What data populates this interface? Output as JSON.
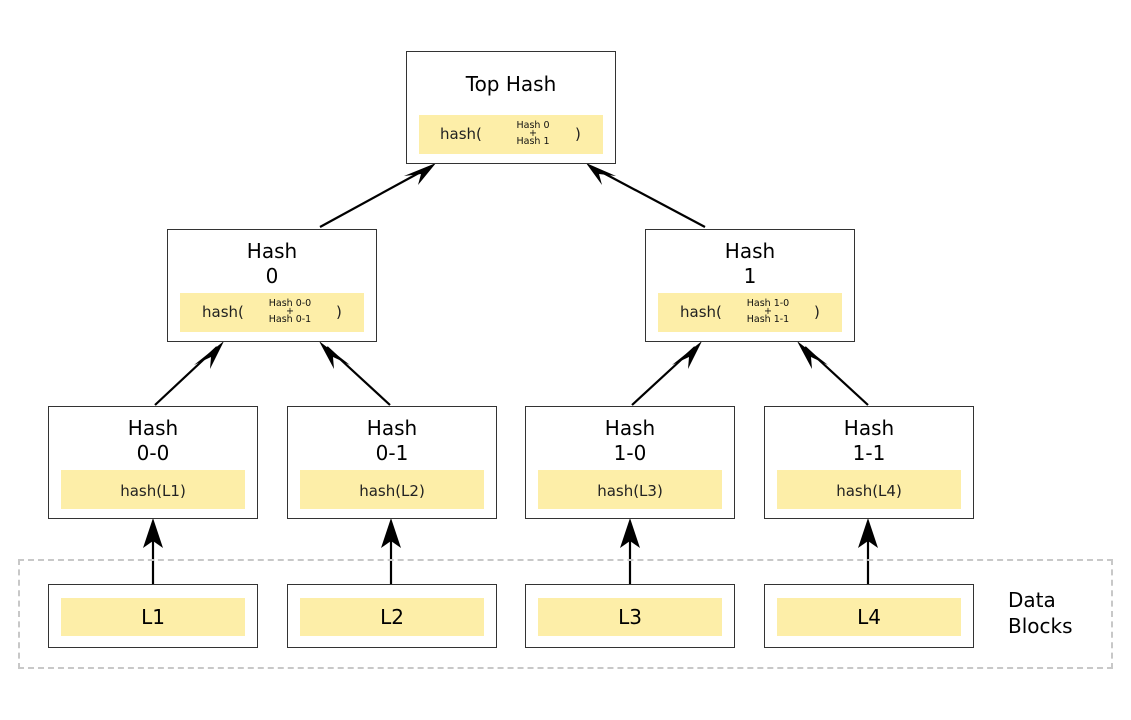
{
  "top": {
    "title": "Top Hash",
    "fn": "hash(",
    "inputs": [
      "Hash 0",
      "+",
      "Hash 1"
    ],
    "close": ")"
  },
  "hash0": {
    "title": [
      "Hash",
      "0"
    ],
    "fn": "hash(",
    "inputs": [
      "Hash 0-0",
      "+",
      "Hash 0-1"
    ],
    "close": ")"
  },
  "hash1": {
    "title": [
      "Hash",
      "1"
    ],
    "fn": "hash(",
    "inputs": [
      "Hash 1-0",
      "+",
      "Hash 1-1"
    ],
    "close": ")"
  },
  "leaves": [
    {
      "title": [
        "Hash",
        "0-0"
      ],
      "fn": "hash(L1)"
    },
    {
      "title": [
        "Hash",
        "0-1"
      ],
      "fn": "hash(L2)"
    },
    {
      "title": [
        "Hash",
        "1-0"
      ],
      "fn": "hash(L3)"
    },
    {
      "title": [
        "Hash",
        "1-1"
      ],
      "fn": "hash(L4)"
    }
  ],
  "data_blocks": {
    "caption": [
      "Data",
      "Blocks"
    ],
    "items": [
      "L1",
      "L2",
      "L3",
      "L4"
    ]
  },
  "colors": {
    "formula_fill": "#fdeea8",
    "border": "#333333",
    "dashed": "#c8c8c8"
  }
}
